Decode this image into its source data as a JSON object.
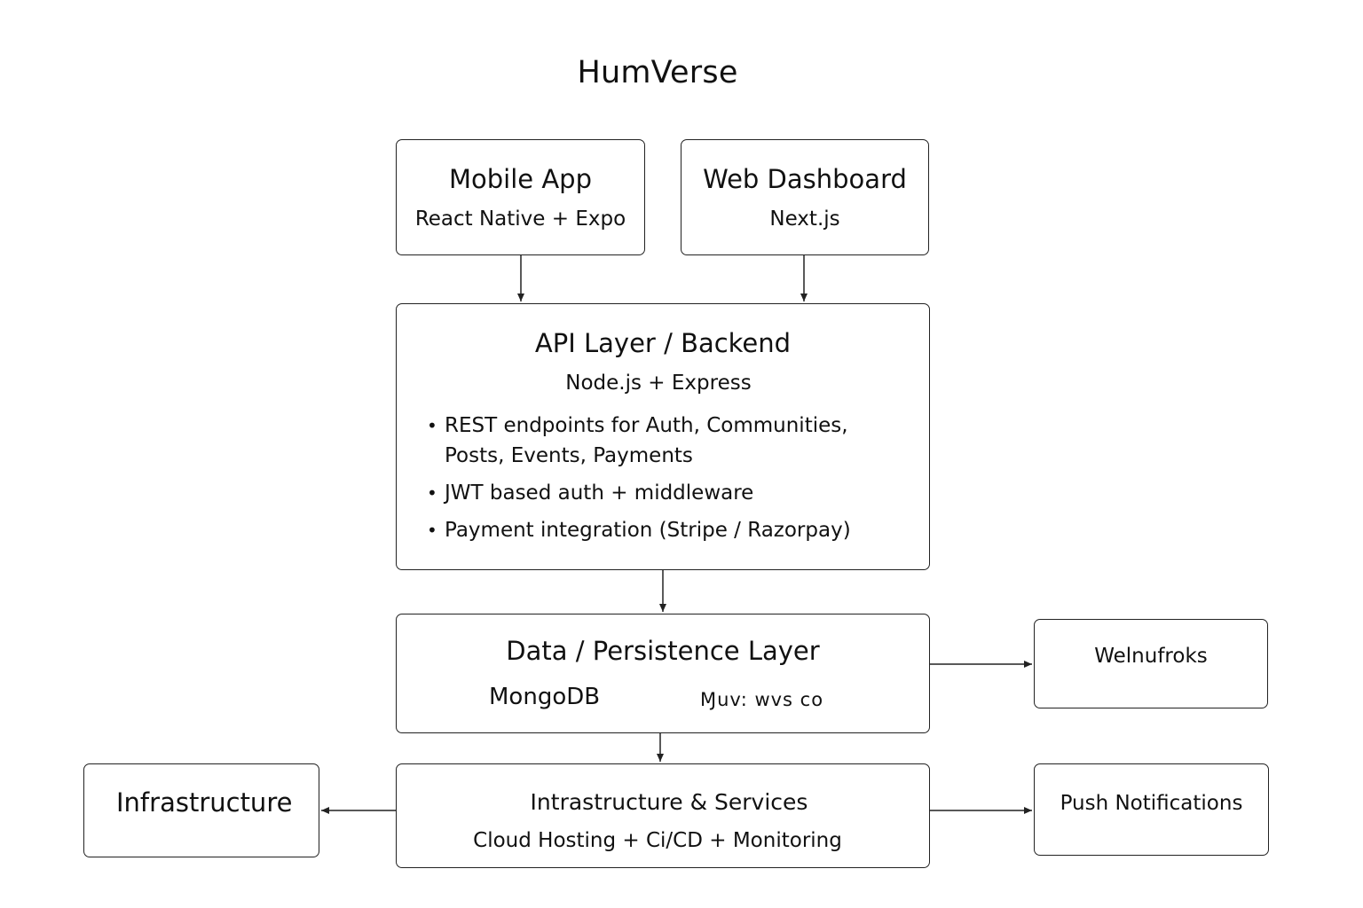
{
  "diagram": {
    "title": "HumVerse",
    "mobile_app": {
      "title": "Mobile App",
      "subtitle": "React Native + Expo"
    },
    "web_dashboard": {
      "title": "Web Dashboard",
      "subtitle": "Next.js"
    },
    "api_layer": {
      "title": "API Layer / Backend",
      "subtitle": "Node.js + Express",
      "bullets": [
        "REST endpoints for Auth, Communities, Posts, Events, Payments",
        "JWT based auth + middleware",
        "Payment integration (Stripe / Razorpay)"
      ]
    },
    "data_layer": {
      "title": "Data / Persistence Layer",
      "left_label": "MongoDB",
      "right_label": "Ɱuv: wvs co"
    },
    "webhooks": {
      "label": "Welnufroks"
    },
    "infra_services": {
      "title": "Intrastructure & Services",
      "subtitle": "Cloud Hosting + Ci/CD + Monitoring"
    },
    "infrastructure": {
      "label": "Infrastructure"
    },
    "push_notifications": {
      "label": "Push Notifications"
    }
  },
  "colors": {
    "line": "#222222",
    "text": "#111111",
    "background": "#ffffff"
  }
}
